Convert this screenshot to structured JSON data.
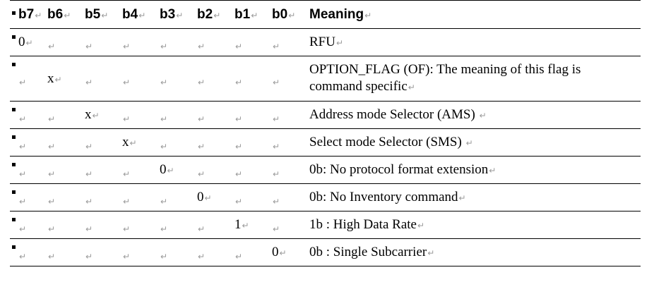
{
  "table": {
    "headers": [
      "b7",
      "b6",
      "b5",
      "b4",
      "b3",
      "b2",
      "b1",
      "b0",
      "Meaning"
    ],
    "rows": [
      {
        "bits": [
          "0",
          "",
          "",
          "",
          "",
          "",
          "",
          ""
        ],
        "meaning": "RFU"
      },
      {
        "bits": [
          "",
          "x",
          "",
          "",
          "",
          "",
          "",
          ""
        ],
        "meaning": "OPTION_FLAG (OF): The meaning of this flag is command specific"
      },
      {
        "bits": [
          "",
          "",
          "x",
          "",
          "",
          "",
          "",
          ""
        ],
        "meaning": "Address mode Selector (AMS) "
      },
      {
        "bits": [
          "",
          "",
          "",
          "x",
          "",
          "",
          "",
          ""
        ],
        "meaning": "Select mode Selector (SMS) "
      },
      {
        "bits": [
          "",
          "",
          "",
          "",
          "0",
          "",
          "",
          ""
        ],
        "meaning": "0b: No protocol format extension"
      },
      {
        "bits": [
          "",
          "",
          "",
          "",
          "",
          "0",
          "",
          ""
        ],
        "meaning": "0b: No Inventory command"
      },
      {
        "bits": [
          "",
          "",
          "",
          "",
          "",
          "",
          "1",
          ""
        ],
        "meaning": "1b : High Data Rate"
      },
      {
        "bits": [
          "",
          "",
          "",
          "",
          "",
          "",
          "",
          "0"
        ],
        "meaning": "0b : Single Subcarrier"
      }
    ]
  },
  "marks": {
    "paragraph_return": "↵",
    "row_marker": "black-square-marker"
  }
}
